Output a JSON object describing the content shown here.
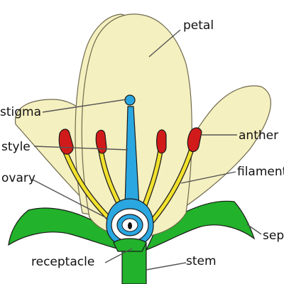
{
  "labels": {
    "petal": "petal",
    "stigma": "stigma",
    "style": "style",
    "ovary": "ovary",
    "anther": "anther",
    "filament": "filament",
    "sepal": "sepal",
    "receptacle": "receptacle",
    "stem": "stem"
  },
  "colors": {
    "petal_fill": "#f5f0bf",
    "petal_outline": "#6f6a4e",
    "sepal_green": "#22b22b",
    "pistil_blue": "#2aa7e1",
    "anther_red": "#d11a1a",
    "filament_yellow": "#f1e12d",
    "leader_line": "#555555"
  }
}
